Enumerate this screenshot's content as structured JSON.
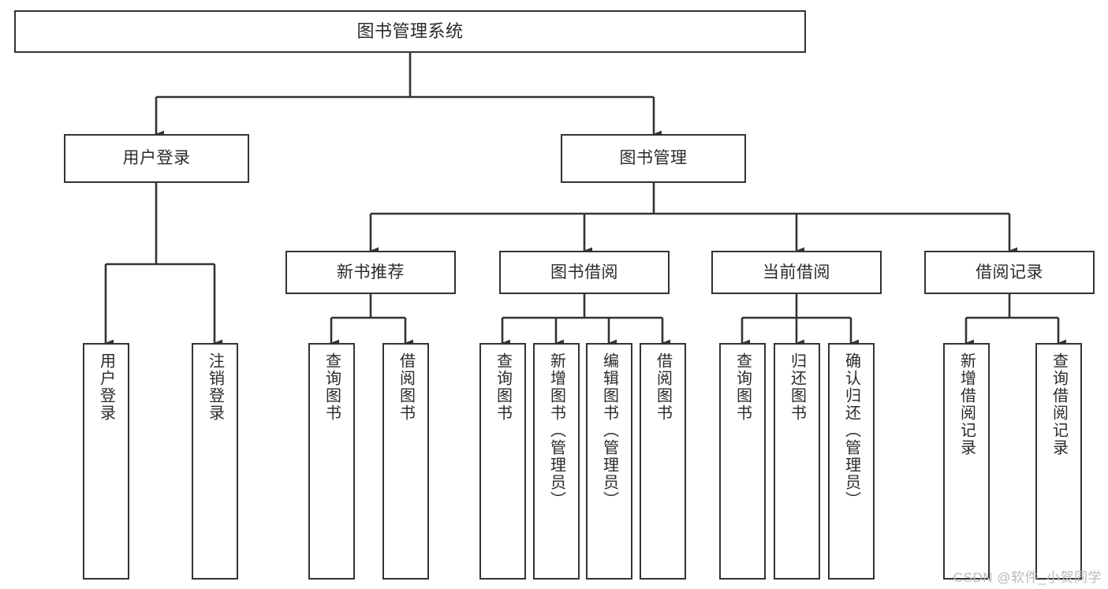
{
  "diagram": {
    "title": "图书管理系统",
    "type": "tree-hierarchy",
    "colors": {
      "box_border": "#333333",
      "box_fill": "#ffffff",
      "connector": "#333333",
      "text": "#2b2b2b",
      "watermark": "#b9b9b9",
      "background": "#ffffff"
    }
  },
  "root": {
    "label": "图书管理系统"
  },
  "level2": [
    {
      "label": "用户登录"
    },
    {
      "label": "图书管理"
    }
  ],
  "level3": [
    {
      "label": "新书推荐"
    },
    {
      "label": "图书借阅"
    },
    {
      "label": "当前借阅"
    },
    {
      "label": "借阅记录"
    }
  ],
  "leaves": {
    "user_login": [
      {
        "label": "用户登录"
      },
      {
        "label": "注销登录"
      }
    ],
    "new_book_recommend": [
      {
        "label": "查询图书"
      },
      {
        "label": "借阅图书"
      }
    ],
    "book_borrow": [
      {
        "label": "查询图书"
      },
      {
        "label": "新增图书（管理员）"
      },
      {
        "label": "编辑图书（管理员）"
      },
      {
        "label": "借阅图书"
      }
    ],
    "current_borrow": [
      {
        "label": "查询图书"
      },
      {
        "label": "归还图书"
      },
      {
        "label": "确认归还（管理员）"
      }
    ],
    "borrow_record": [
      {
        "label": "新增借阅记录"
      },
      {
        "label": "查询借阅记录"
      }
    ]
  },
  "watermark": {
    "text": "CSDN @软件_小贺同学"
  }
}
